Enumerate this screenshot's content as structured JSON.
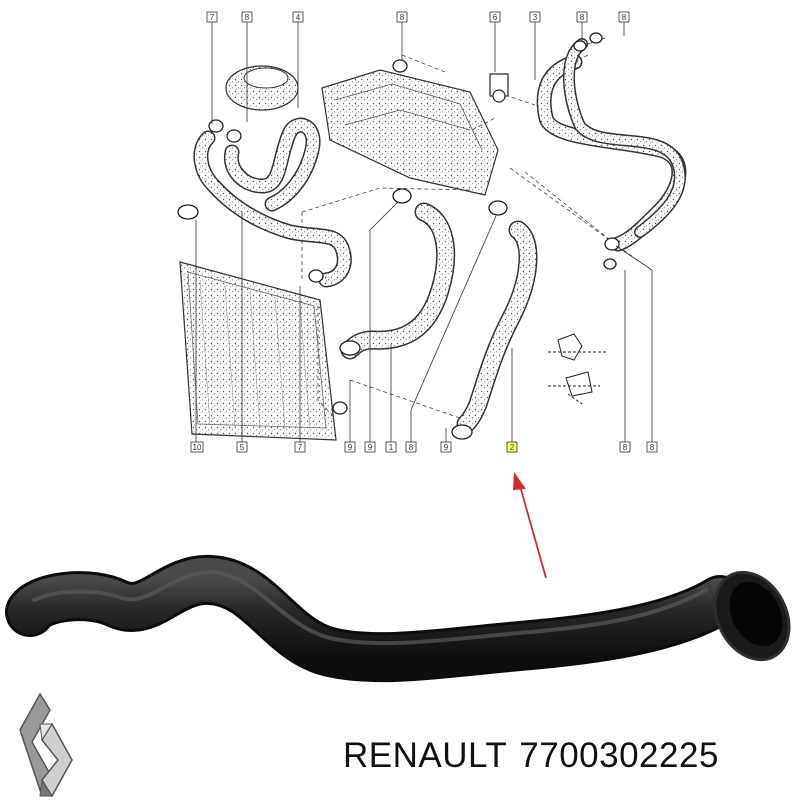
{
  "diagram": {
    "callouts_top": [
      "7",
      "8",
      "4",
      "8",
      "6",
      "3",
      "8",
      "8"
    ],
    "callouts_bottom": [
      "10",
      "5",
      "7",
      "9",
      "9",
      "1",
      "8",
      "9",
      "2",
      "8",
      "8"
    ],
    "highlighted_part": "2"
  },
  "footer": {
    "brand": "RENAULT",
    "part_number": "7700302225",
    "logo": "renault-diamond-logo"
  },
  "colors": {
    "arrow": "#d22b2b",
    "highlight": "#ffff66",
    "hose": "#1c1c1c",
    "line": "#333333"
  }
}
